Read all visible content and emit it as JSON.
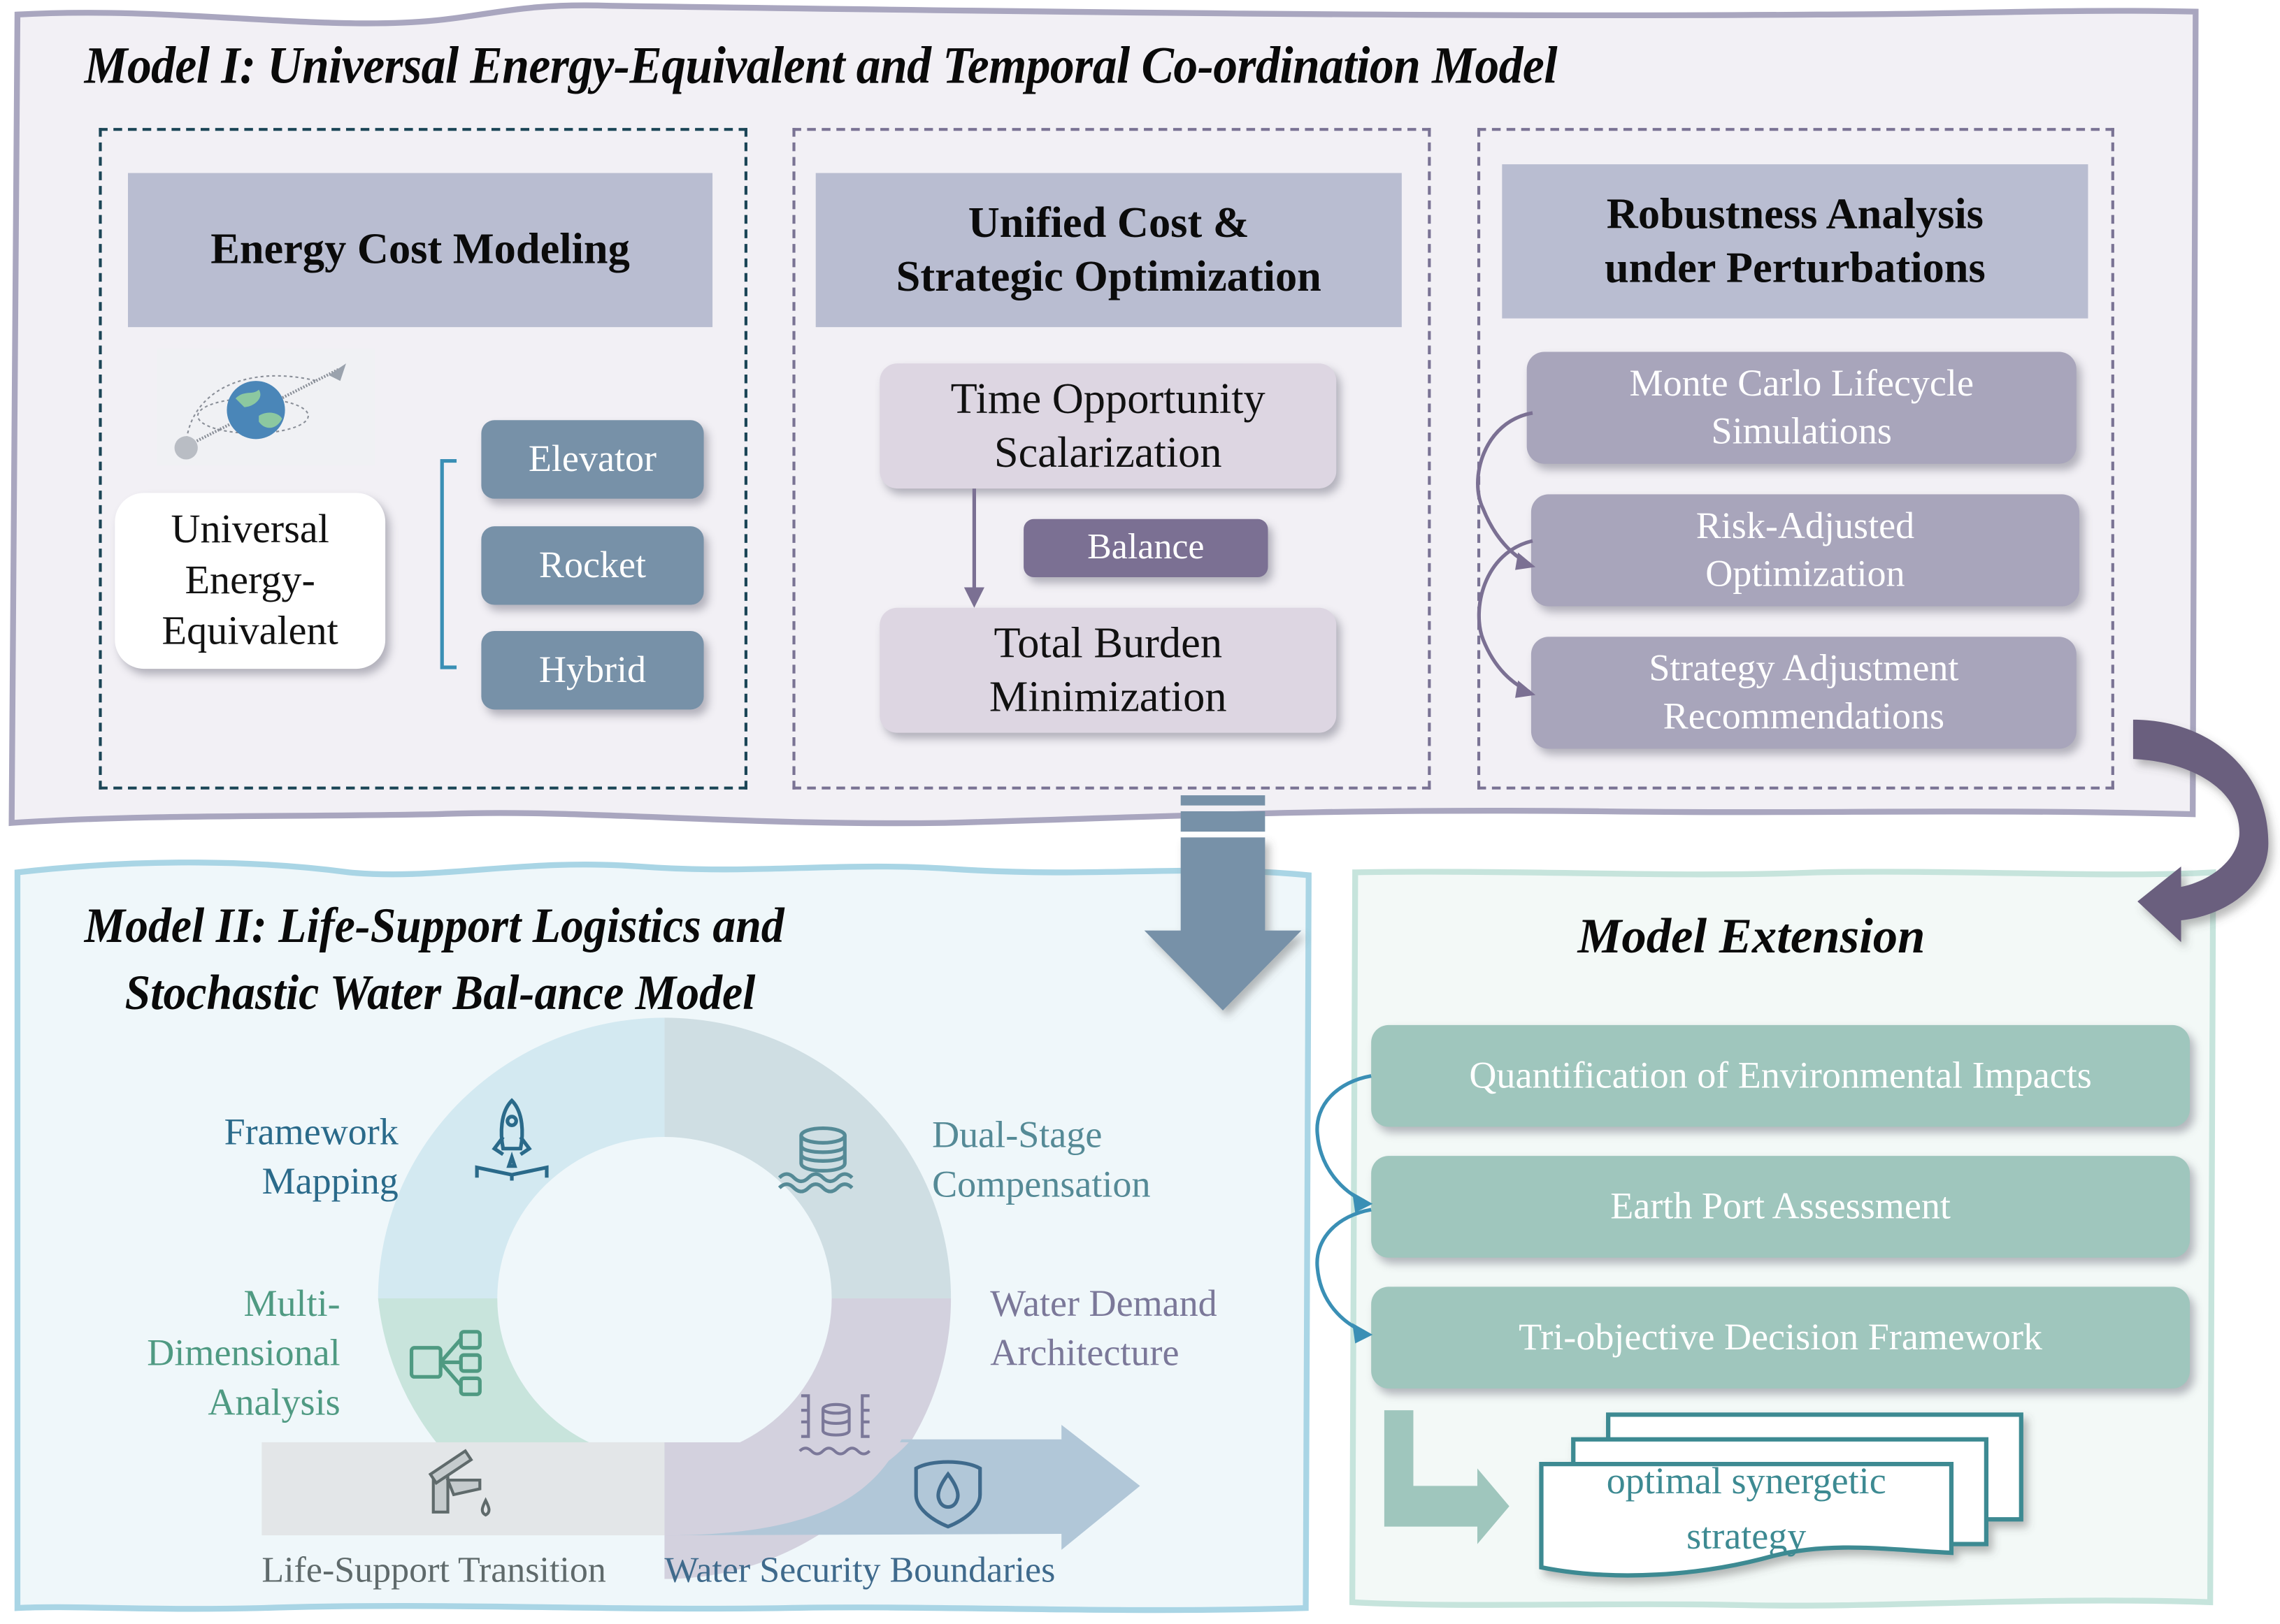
{
  "model1": {
    "title": "Model I: Universal Energy-Equivalent and Temporal Co-ordination Model",
    "panel1": {
      "header": "Energy Cost Modeling",
      "illustration": "earth-rocket-orbit-illustration",
      "source_box": "Universal Energy-Equivalent",
      "source_lines": [
        "Universal",
        "Energy-",
        "Equivalent"
      ],
      "options": [
        "Elevator",
        "Rocket",
        "Hybrid"
      ]
    },
    "panel2": {
      "header_lines": [
        "Unified Cost &",
        "Strategic Optimization"
      ],
      "step1_lines": [
        "Time Opportunity",
        "Scalarization"
      ],
      "connector_label": "Balance",
      "step2_lines": [
        "Total Burden",
        "Minimization"
      ]
    },
    "panel3": {
      "header_lines": [
        "Robustness Analysis",
        "under Perturbations"
      ],
      "steps": [
        {
          "lines": [
            "Monte Carlo Lifecycle",
            "Simulations"
          ]
        },
        {
          "lines": [
            "Risk-Adjusted",
            "Optimization"
          ]
        },
        {
          "lines": [
            "Strategy Adjustment",
            "Recommendations"
          ]
        }
      ]
    }
  },
  "model2": {
    "title_lines": [
      "Model II: Life-Support Logistics and",
      "Stochastic Water Bal-ance Model"
    ],
    "segments": [
      {
        "lines": [
          "Framework",
          "Mapping"
        ],
        "icon": "rocket-launch-icon",
        "color": "#2a6a8a"
      },
      {
        "lines": [
          "Dual-Stage",
          "Compensation"
        ],
        "icon": "database-water-icon",
        "color": "#558a96"
      },
      {
        "lines": [
          "Water Demand",
          "Architecture"
        ],
        "icon": "database-brackets-water-icon",
        "color": "#7b7899"
      },
      {
        "lines": [
          "Multi-",
          "Dimensional",
          "Analysis"
        ],
        "icon": "hierarchy-nodes-icon",
        "color": "#4f9a82"
      }
    ],
    "bottom": [
      {
        "label": "Life-Support Transition",
        "icon": "faucet-drop-icon",
        "color": "#5f6a6b"
      },
      {
        "label": "Water Security Boundaries",
        "icon": "shield-drop-icon",
        "color": "#3f6a8c"
      }
    ]
  },
  "extension": {
    "title": "Model Extension",
    "items": [
      "Quantification of  Environmental Impacts",
      "Earth Port Assessment",
      "Tri-objective Decision Framework"
    ],
    "result_lines": [
      "optimal synergetic",
      "strategy"
    ]
  },
  "colors": {
    "model1_bg": "#f2f0f5",
    "model1_border": "#a9a6bf",
    "model2_bg": "#eff7fa",
    "model2_border": "#a9d5e5",
    "ext_bg": "#f3f9f7",
    "ext_border": "#c6e4dc",
    "flow_arrow": "#7791a8",
    "curve_arrow": "#7b7093"
  }
}
